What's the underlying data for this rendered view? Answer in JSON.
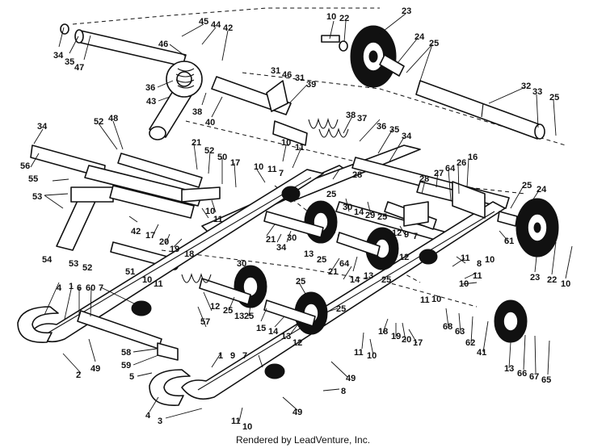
{
  "diagram": {
    "type": "exploded-parts-diagram",
    "callout_numbers": [
      "1",
      "2",
      "3",
      "4",
      "5",
      "6",
      "7",
      "8",
      "9",
      "10",
      "11",
      "12",
      "13",
      "14",
      "15",
      "16",
      "17",
      "18",
      "19",
      "20",
      "21",
      "22",
      "23",
      "24",
      "25",
      "26",
      "27",
      "28",
      "29",
      "30",
      "31",
      "32",
      "33",
      "34",
      "35",
      "36",
      "37",
      "38",
      "39",
      "40",
      "41",
      "42",
      "43",
      "44",
      "45",
      "46",
      "47",
      "48",
      "49",
      "50",
      "51",
      "52",
      "53",
      "54",
      "55",
      "56",
      "57",
      "58",
      "59",
      "60",
      "61",
      "62",
      "63",
      "64",
      "65",
      "66",
      "67",
      "68"
    ]
  },
  "footer": {
    "text": "Rendered by LeadVenture, Inc."
  }
}
